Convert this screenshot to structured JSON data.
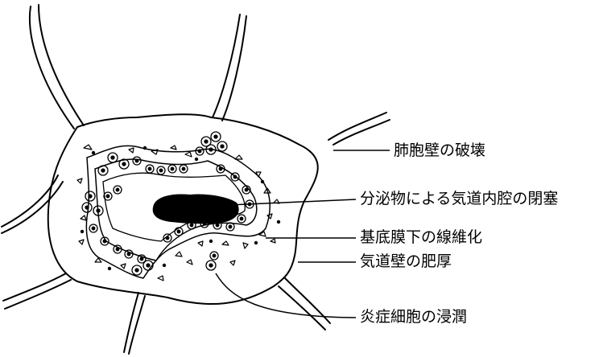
{
  "labels": {
    "alveolar_wall": "肺胞壁の破壊",
    "secretion": "分泌物による気道内腔の閉塞",
    "fibrosis": "基底膜下の線維化",
    "wall_thickening": "気道壁の肥厚",
    "inflammatory_cells": "炎症細胞の浸潤"
  }
}
